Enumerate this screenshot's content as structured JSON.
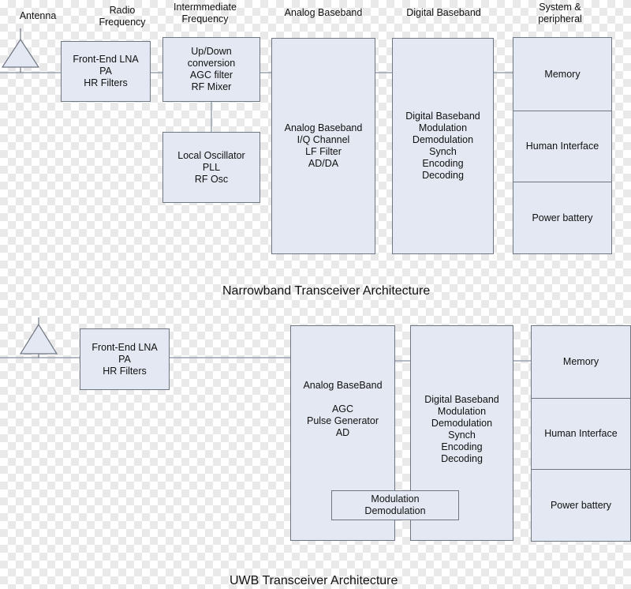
{
  "headers": {
    "antenna": "Antenna",
    "radio_frequency": "Radio\nFrequency",
    "intermediate_frequency": "Intermmediate\nFrequency",
    "analog_baseband": "Analog Baseband",
    "digital_baseband": "Digital Baseband",
    "system_peripheral": "System &\nperipheral"
  },
  "narrowband": {
    "title": "Narrowband Transceiver Architecture",
    "frontend": "Front-End LNA\nPA\nHR Filters",
    "updown": "Up/Down\nconversion\nAGC filter\nRF Mixer",
    "local_oscillator": "Local Oscillator\nPLL\nRF Osc",
    "analog": "Analog Baseband\nI/Q Channel\nLF Filter\nAD/DA",
    "digital": "Digital Baseband\nModulation\nDemodulation\nSynch\nEncoding\nDecoding",
    "memory": "Memory",
    "human_interface": "Human Interface",
    "power_battery": "Power battery"
  },
  "uwb": {
    "title": "UWB Transceiver Architecture",
    "frontend": "Front-End LNA\nPA\nHR Filters",
    "analog": "Analog BaseBand\n\nAGC\nPulse Generator\nAD",
    "digital": "Digital Baseband\nModulation\nDemodulation\nSynch\nEncoding\nDecoding",
    "modulation": "Modulation\nDemodulation",
    "memory": "Memory",
    "human_interface": "Human Interface",
    "power_battery": "Power battery"
  },
  "colors": {
    "box_fill": "#e3e8f2",
    "box_border": "#6f7683",
    "line": "#9aa3b0"
  }
}
